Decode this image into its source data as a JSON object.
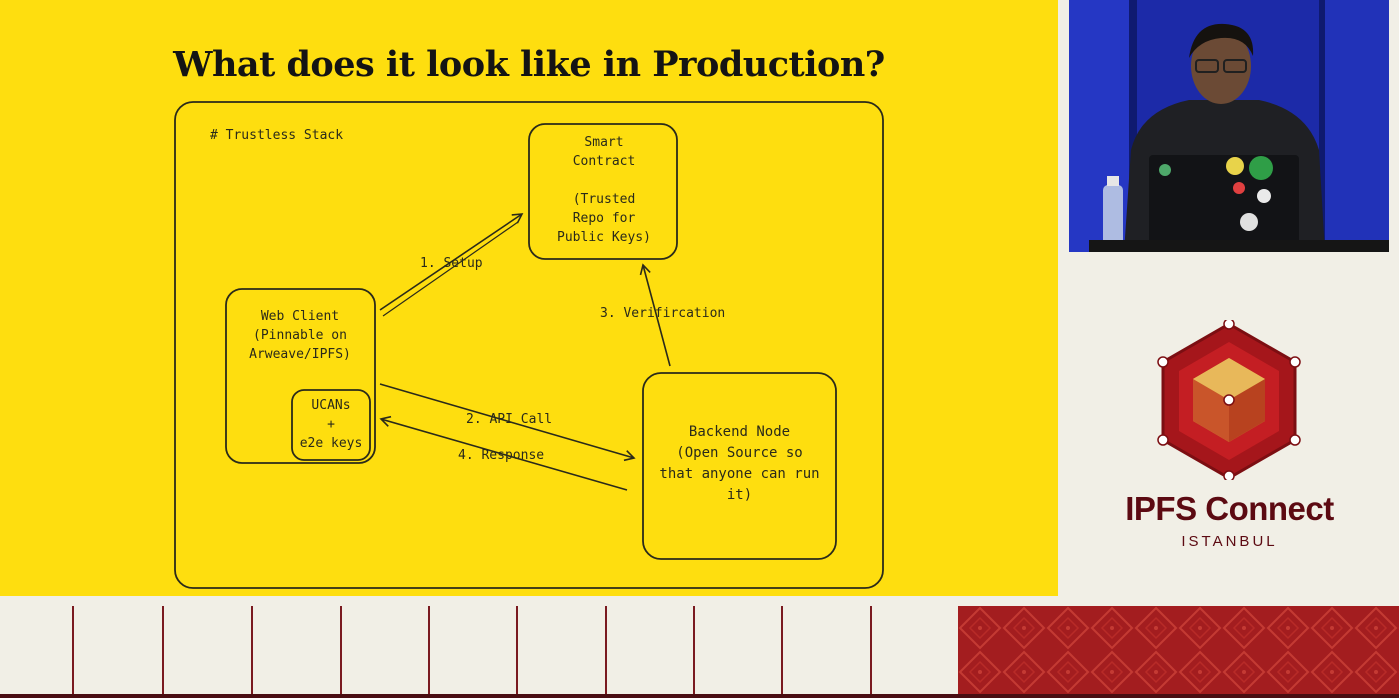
{
  "slide": {
    "title": "What does it look like in Production?",
    "diagram": {
      "frame_label": "# Trustless Stack",
      "nodes": {
        "smart_contract": "Smart\nContract\n\n(Trusted\nRepo for\nPublic Keys)",
        "web_client": "Web Client\n(Pinnable on\nArweave/IPFS)",
        "ucans": "UCANs\n+\ne2e keys",
        "backend_node": "Backend Node\n(Open Source so\nthat anyone can run\nit)"
      },
      "edges": {
        "setup": "1. Setup",
        "api_call": "2. API Call",
        "verification": "3. Verifircation",
        "response": "4. Response"
      }
    }
  },
  "branding": {
    "event_name": "IPFS Connect",
    "city": "ISTANBUL"
  },
  "colors": {
    "slide_bg": "#fede0f",
    "brand": "#5c0a12",
    "video_bg": "#1d2fb5",
    "pattern": "#a01e1e"
  }
}
